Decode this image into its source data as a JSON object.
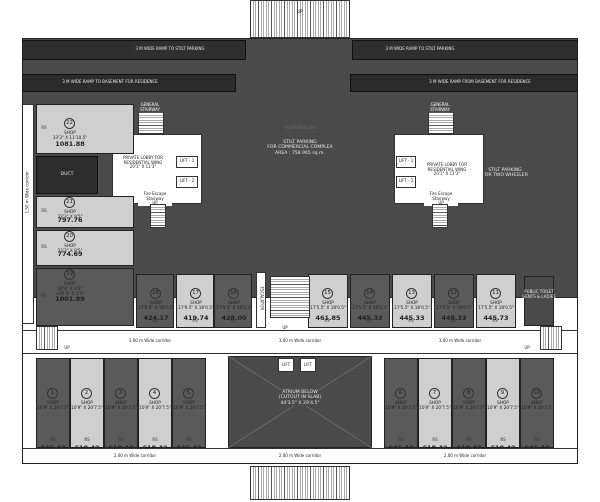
{
  "labels": {
    "up_top": "UP",
    "ramp_stilt_left": "3 M WIDE RAMP TO STILT PARKING",
    "ramp_stilt_right": "3 M WIDE RAMP TO STILT PARKING",
    "ramp_basement_left": "3 M WIDE RAMP TO BASEMENT FOR RESIDENCE",
    "ramp_basement_right": "3 M WIDE RAMP FROM BASEMENT FOR RESIDENCE",
    "general_stairway_left": "GENERAL STAIRWAY",
    "general_stairway_right": "GENERAL STAIRWAY",
    "stilt_parking_center": "STILT PARKING\nFOR COMMERCIAL COMPLEX\nAREA : 758.965 sq.m.",
    "stilt_parking_two_wheeler": "STILT PARKING\nFOR TWO WHEELER",
    "lobby_left": "PRIVATE LOBBY FOR\nRESIDENTIAL WING\n20'1\" X 11'3\"",
    "lobby_right": "PRIVATE LOBBY FOR\nRESIDENTIAL WING\n20'1\" X 11'3\"",
    "lift_1": "LIFT - 1",
    "lift_2": "LIFT - 2",
    "lift_r1": "LIFT - 1",
    "lift_r2": "LIFT - 2",
    "fire_escape_left": "Fire Escape\nStairway\nUP",
    "fire_escape_right": "Fire Escape\nStairway\nUP",
    "duct": "DUCT",
    "wide_corridor_vertical": "1.50 m Wide corridor",
    "escalator": "ESCALATOR",
    "public_toilet": "PUBLIC TOILET\nGENTS & LADIES",
    "corridor_left": "3.00 m Wide corridor",
    "corridor_center": "3.00 m Wide corridor",
    "corridor_right": "3.00 m Wide corridor",
    "corridor_bottom_left": "2.00 m Wide corridor",
    "corridor_bottom_center": "2.00 m Wide corridor",
    "corridor_bottom_right": "2.00 m Wide corridor",
    "atrium": "ATRIUM BELOW\n(CUTOUT IN SLAB)\n44'3.5\" X 29'4.5\"",
    "lift_a": "LIFT",
    "lift_b": "LIFT",
    "up_mid_left": "UP",
    "up_mid_right": "UP",
    "up_esc": "UP",
    "watermark": "PROPTIGER.com"
  },
  "left_shops": [
    {
      "no": "22",
      "shop": "SHOP",
      "dim": "33'3\" X 11'10.5\"",
      "area": "1081.88",
      "rs": "RS"
    },
    {
      "no": "21",
      "shop": "SHOP",
      "dim": "33'3\" X 9'5\"",
      "area": "797.76",
      "rs": "RS"
    },
    {
      "no": "20",
      "shop": "SHOP",
      "dim": "33'3\" X 9'5\"",
      "area": "774.69",
      "rs": "RS"
    },
    {
      "no": "19",
      "shop": "SHOP",
      "dim": "33'3\" X 9'9\"\n+45'3\" X 2'3\"",
      "area": "1001.89",
      "rs": "RS"
    }
  ],
  "upper_row_shops": [
    {
      "no": "18",
      "shop": "SHOP",
      "dim": "17'9.5\" X 18'0.5\"",
      "area": "424.17",
      "rs": "RS"
    },
    {
      "no": "17",
      "shop": "SHOP",
      "dim": "17'9.5\" X 18'0.5\"",
      "area": "419.74",
      "rs": "RS"
    },
    {
      "no": "16",
      "shop": "SHOP",
      "dim": "17'9.5\" X 18'0.5\"",
      "area": "428.00",
      "rs": "RS"
    },
    {
      "no": "15",
      "shop": "SHOP",
      "dim": "17'5.5\" X 18'0.5\"",
      "area": "461.85",
      "rs": "RS"
    },
    {
      "no": "14",
      "shop": "SHOP",
      "dim": "17'5.5\" X 18'0.5\"",
      "area": "445.33",
      "rs": "RS"
    },
    {
      "no": "13",
      "shop": "SHOP",
      "dim": "17'5.5\" X 18'0.5\"",
      "area": "445.33",
      "rs": "RS"
    },
    {
      "no": "12",
      "shop": "SHOP",
      "dim": "17'5.5\" X 18'0.5\"",
      "area": "445.33",
      "rs": "RS"
    },
    {
      "no": "11",
      "shop": "SHOP",
      "dim": "17'5.5\" X 18'0.5\"",
      "area": "445.73",
      "rs": "RS"
    }
  ],
  "bottom_left_shops": [
    {
      "no": "1",
      "shop": "SHOP",
      "dim": "10'9\" X 20'7.5\"",
      "area": "646.43",
      "rs": "RS"
    },
    {
      "no": "2",
      "shop": "SHOP",
      "dim": "10'9\" X 20'7.5\"",
      "area": "618.42",
      "rs": "RS"
    },
    {
      "no": "3",
      "shop": "SHOP",
      "dim": "10'9\" X 20'7.5\"",
      "area": "618.42",
      "rs": "RS"
    },
    {
      "no": "4",
      "shop": "SHOP",
      "dim": "10'9\" X 20'7.5\"",
      "area": "618.42",
      "rs": "RS"
    },
    {
      "no": "5",
      "shop": "SHOP",
      "dim": "10'9\" X 20'7.5\"",
      "area": "646.43",
      "rs": "RS"
    }
  ],
  "bottom_right_shops": [
    {
      "no": "6",
      "shop": "SHOP",
      "dim": "10'9\" X 20'7.5\"",
      "area": "646.43",
      "rs": "RS"
    },
    {
      "no": "7",
      "shop": "SHOP",
      "dim": "10'9\" X 20'7.5\"",
      "area": "618.42",
      "rs": "RS"
    },
    {
      "no": "8",
      "shop": "SHOP",
      "dim": "10'9\" X 20'7.5\"",
      "area": "618.42",
      "rs": "RS"
    },
    {
      "no": "9",
      "shop": "SHOP",
      "dim": "10'9\" X 20'7.5\"",
      "area": "618.42",
      "rs": "RS"
    },
    {
      "no": "10",
      "shop": "SHOP",
      "dim": "10'9\" X 20'7.5\"",
      "area": "646.43",
      "rs": "RS"
    }
  ],
  "colors": {
    "dark_area": "#4a4a4a",
    "ramp": "#2e2e2e",
    "shop_light": "#cfcfcf",
    "shop_dark": "#5a5a5a",
    "corridor": "#ffffff"
  }
}
